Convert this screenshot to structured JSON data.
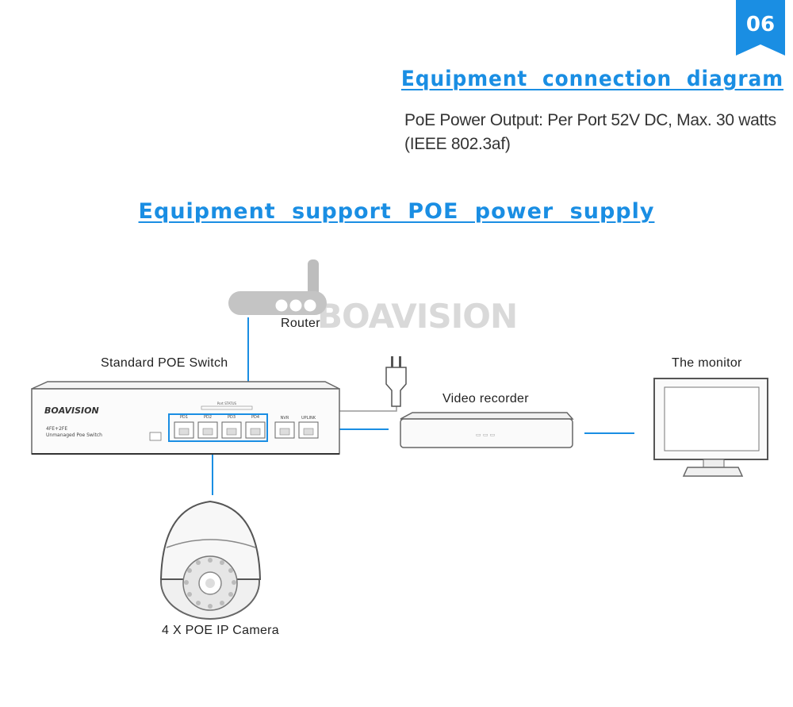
{
  "badge": {
    "number": "06",
    "color": "#1a8ee3"
  },
  "title": "Equipment connection diagram",
  "subtitle": "PoE Power Output: Per Port 52V DC, Max. 30 watts (IEEE 802.3af)",
  "section_title": "Equipment support POE power supply",
  "watermark": "BOAVISION",
  "accent_color": "#1a8ee3",
  "labels": {
    "router": "Router",
    "switch": "Standard POE Switch",
    "recorder": "Video recorder",
    "monitor": "The monitor",
    "camera": "4 X POE IP Camera"
  },
  "switch_panel": {
    "brand": "BOAVISION",
    "model": "4FE+2FE",
    "desc": "Unmanaged Poe Switch",
    "port_group_label": "Port STATUS",
    "ports": [
      "PD1",
      "PD2",
      "PD3",
      "PD4"
    ],
    "nvr_label": "NVR",
    "uplink_label": "UPLINK"
  }
}
